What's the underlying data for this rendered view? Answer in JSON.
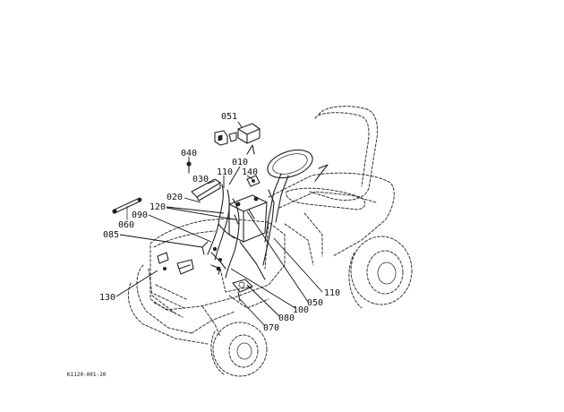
{
  "diagram": {
    "drawing_code": "K1120-001-20",
    "callouts": {
      "c051": "051",
      "c040": "040",
      "c010": "010",
      "c110_top": "110",
      "c140": "140",
      "c030": "030",
      "c020": "020",
      "c120": "120",
      "c090": "090",
      "c060": "060",
      "c085": "085",
      "c130": "130",
      "c110_right": "110",
      "c050": "050",
      "c100": "100",
      "c080": "080",
      "c070": "070"
    }
  }
}
